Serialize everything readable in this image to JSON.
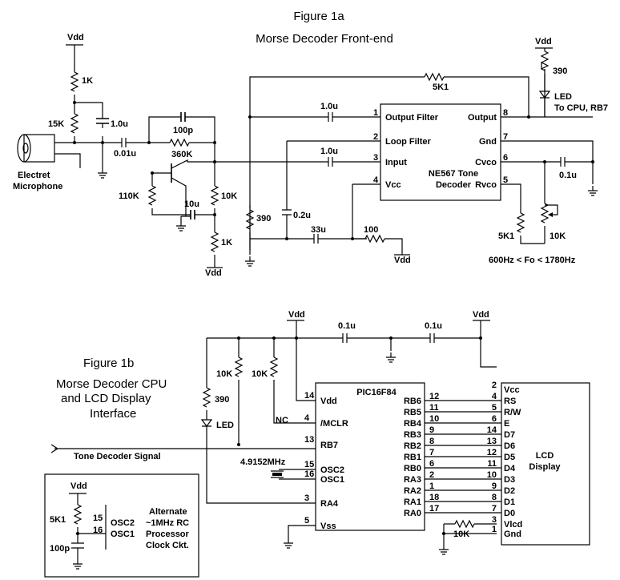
{
  "figure_1a": {
    "title": "Figure 1a",
    "subtitle": "Morse Decoder Front-end",
    "mic_label_1": "Electret",
    "mic_label_2": "Microphone",
    "vdd": "Vdd",
    "r_1k_top": "1K",
    "r_15k": "15K",
    "c_1u_a": "1.0u",
    "c_001u": "0.01u",
    "c_100p": "100p",
    "r_360k": "360K",
    "r_110k": "110K",
    "c_10u": "10u",
    "r_10k": "10K",
    "r_1k_bot": "1K",
    "r_390": "390",
    "c_02u": "0.2u",
    "c_33u": "33u",
    "r_100": "100",
    "r_5k1_top": "5K1",
    "c_1u_out": "1.0u",
    "c_1u_in": "1.0u",
    "c_01u": "0.1u",
    "r_5k1": "5K1",
    "r_10k_pot": "10K",
    "r_390_led": "390",
    "led": "LED",
    "to_cpu": "To CPU, RB7",
    "freq_range": "600Hz < Fo < 1780Hz",
    "ic": {
      "name_1": "NE567 Tone",
      "name_2": "Decoder",
      "pins_left": [
        {
          "num": "1",
          "label": "Output Filter"
        },
        {
          "num": "2",
          "label": "Loop Filter"
        },
        {
          "num": "3",
          "label": "Input"
        },
        {
          "num": "4",
          "label": "Vcc"
        }
      ],
      "pins_right": [
        {
          "num": "8",
          "label": "Output"
        },
        {
          "num": "7",
          "label": "Gnd"
        },
        {
          "num": "6",
          "label": "Cvco"
        },
        {
          "num": "5",
          "label": "Rvco"
        }
      ]
    }
  },
  "figure_1b": {
    "title": "Figure 1b",
    "subtitle_1": "Morse Decoder CPU",
    "subtitle_2": "and LCD Display",
    "subtitle_3": "Interface",
    "vdd": "Vdd",
    "c_01u_a": "0.1u",
    "c_01u_b": "0.1u",
    "r_10k_a": "10K",
    "r_10k_b": "10K",
    "r_390": "390",
    "led": "LED",
    "nc": "NC",
    "tone_signal": "Tone Decoder Signal",
    "crystal": "4.9152MHz",
    "r_10k_lcd": "10K",
    "pic": {
      "name": "PIC16F84",
      "left_pins": [
        {
          "num": "14",
          "label": "Vdd"
        },
        {
          "num": "4",
          "label": "/MCLR"
        },
        {
          "num": "13",
          "label": "RB7"
        },
        {
          "num": "15",
          "label": "OSC2"
        },
        {
          "num": "16",
          "label": "OSC1"
        },
        {
          "num": "3",
          "label": "RA4"
        },
        {
          "num": "5",
          "label": "Vss"
        }
      ],
      "right_pins": [
        {
          "num": "12",
          "label": "RB6"
        },
        {
          "num": "11",
          "label": "RB5"
        },
        {
          "num": "10",
          "label": "RB4"
        },
        {
          "num": "9",
          "label": "RB3"
        },
        {
          "num": "8",
          "label": "RB2"
        },
        {
          "num": "7",
          "label": "RB1"
        },
        {
          "num": "6",
          "label": "RB0"
        },
        {
          "num": "2",
          "label": "RA3"
        },
        {
          "num": "1",
          "label": "RA2"
        },
        {
          "num": "18",
          "label": "RA1"
        },
        {
          "num": "17",
          "label": "RA0"
        }
      ]
    },
    "lcd": {
      "title_1": "LCD",
      "title_2": "Display",
      "pins": [
        {
          "num": "2",
          "label": "Vcc"
        },
        {
          "num": "4",
          "label": "RS"
        },
        {
          "num": "5",
          "label": "R/W"
        },
        {
          "num": "6",
          "label": "E"
        },
        {
          "num": "14",
          "label": "D7"
        },
        {
          "num": "13",
          "label": "D6"
        },
        {
          "num": "12",
          "label": "D5"
        },
        {
          "num": "11",
          "label": "D4"
        },
        {
          "num": "10",
          "label": "D3"
        },
        {
          "num": "9",
          "label": "D2"
        },
        {
          "num": "8",
          "label": "D1"
        },
        {
          "num": "7",
          "label": "D0"
        },
        {
          "num": "3",
          "label": "Vlcd"
        },
        {
          "num": "1",
          "label": "Gnd"
        }
      ]
    },
    "alt": {
      "vdd": "Vdd",
      "r": "5K1",
      "c": "100p",
      "p15": "15",
      "p16": "16",
      "osc2": "OSC2",
      "osc1": "OSC1",
      "note_1": "Alternate",
      "note_2": "~1MHz RC",
      "note_3": "Processor",
      "note_4": "Clock Ckt."
    }
  }
}
